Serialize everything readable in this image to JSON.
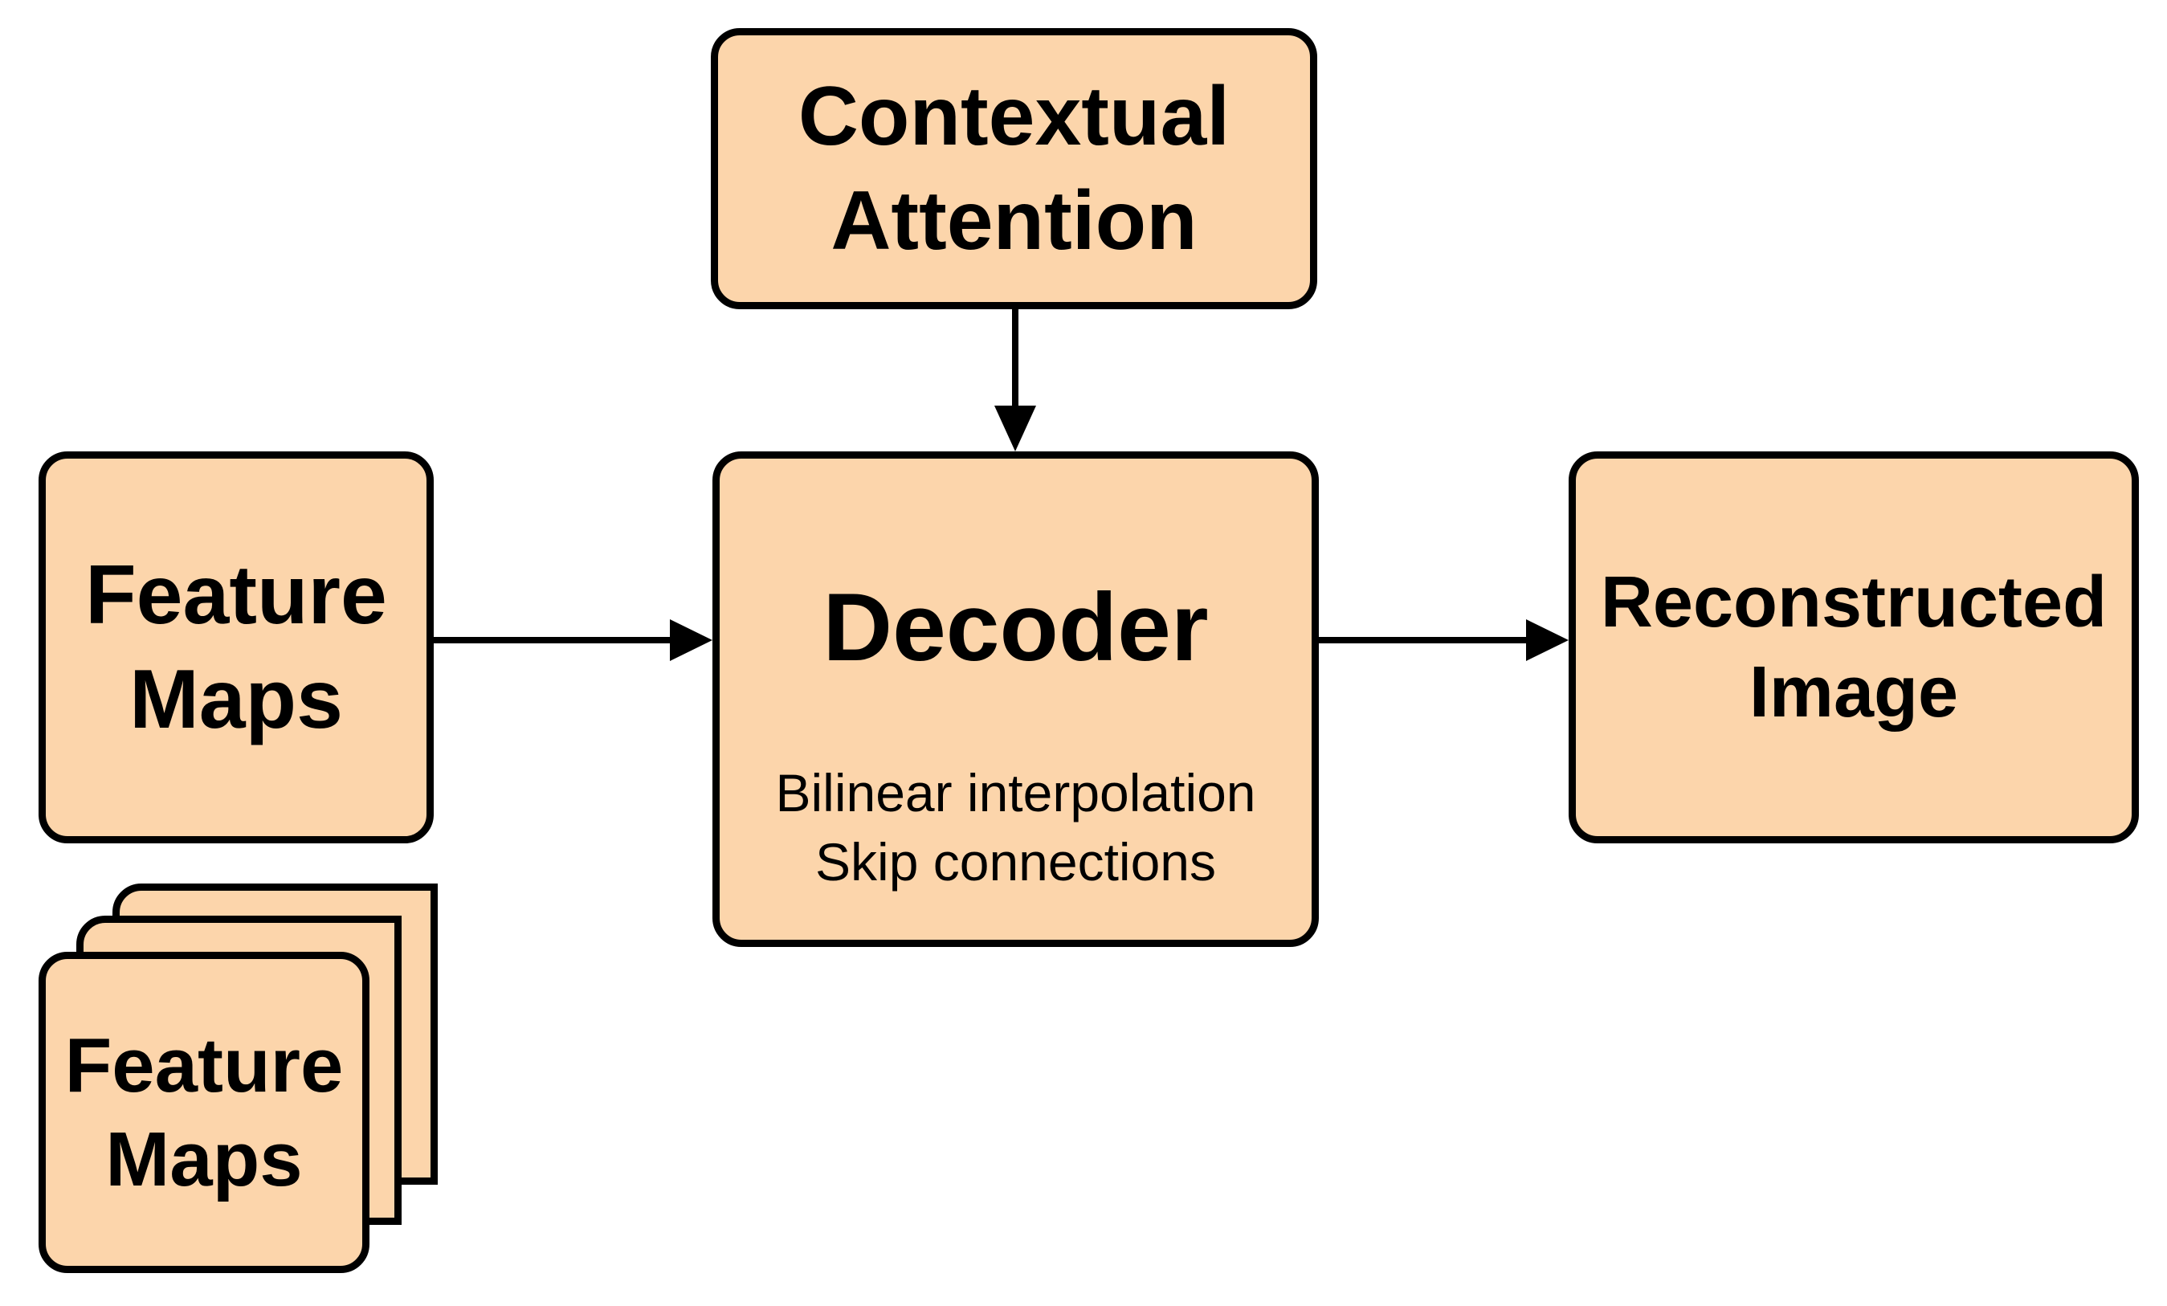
{
  "nodes": {
    "contextual_attention": {
      "line1": "Contextual",
      "line2": "Attention"
    },
    "feature_maps": {
      "line1": "Feature",
      "line2": "Maps"
    },
    "decoder": {
      "title": "Decoder",
      "details": [
        "Bilinear interpolation",
        "Skip connections"
      ]
    },
    "reconstructed_image": {
      "line1": "Reconstructed",
      "line2": "Image"
    },
    "feature_maps_stack": {
      "line1": "Feature",
      "line2": "Maps"
    }
  },
  "edges": [
    {
      "from": "contextual_attention",
      "to": "decoder"
    },
    {
      "from": "feature_maps",
      "to": "decoder"
    },
    {
      "from": "decoder",
      "to": "reconstructed_image"
    }
  ],
  "colors": {
    "box_fill": "#fcd5ab",
    "stroke": "#000000"
  }
}
